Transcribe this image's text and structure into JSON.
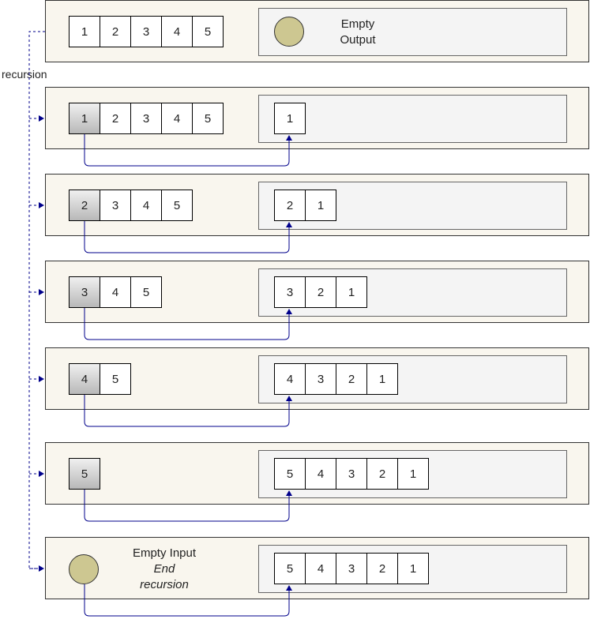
{
  "side_label": "recursion",
  "rows": [
    {
      "input": [
        "1",
        "2",
        "3",
        "4",
        "5"
      ],
      "output": [],
      "output_text": [
        "Empty",
        "Output"
      ]
    },
    {
      "input": [
        "1",
        "2",
        "3",
        "4",
        "5"
      ],
      "output": [
        "1"
      ]
    },
    {
      "input": [
        "2",
        "3",
        "4",
        "5"
      ],
      "output": [
        "2",
        "1"
      ]
    },
    {
      "input": [
        "3",
        "4",
        "5"
      ],
      "output": [
        "3",
        "2",
        "1"
      ]
    },
    {
      "input": [
        "4",
        "5"
      ],
      "output": [
        "4",
        "3",
        "2",
        "1"
      ]
    },
    {
      "input": [
        "5"
      ],
      "output": [
        "5",
        "4",
        "3",
        "2",
        "1"
      ]
    },
    {
      "input": [],
      "input_text": [
        "Empty Input",
        "End",
        "recursion"
      ],
      "output": [
        "5",
        "4",
        "3",
        "2",
        "1"
      ]
    }
  ],
  "colors": {
    "row_fill": "#f9f6ee",
    "panel_fill": "#f4f4f4",
    "circle_fill": "#cdc791",
    "arrow_color": "#00008b"
  }
}
